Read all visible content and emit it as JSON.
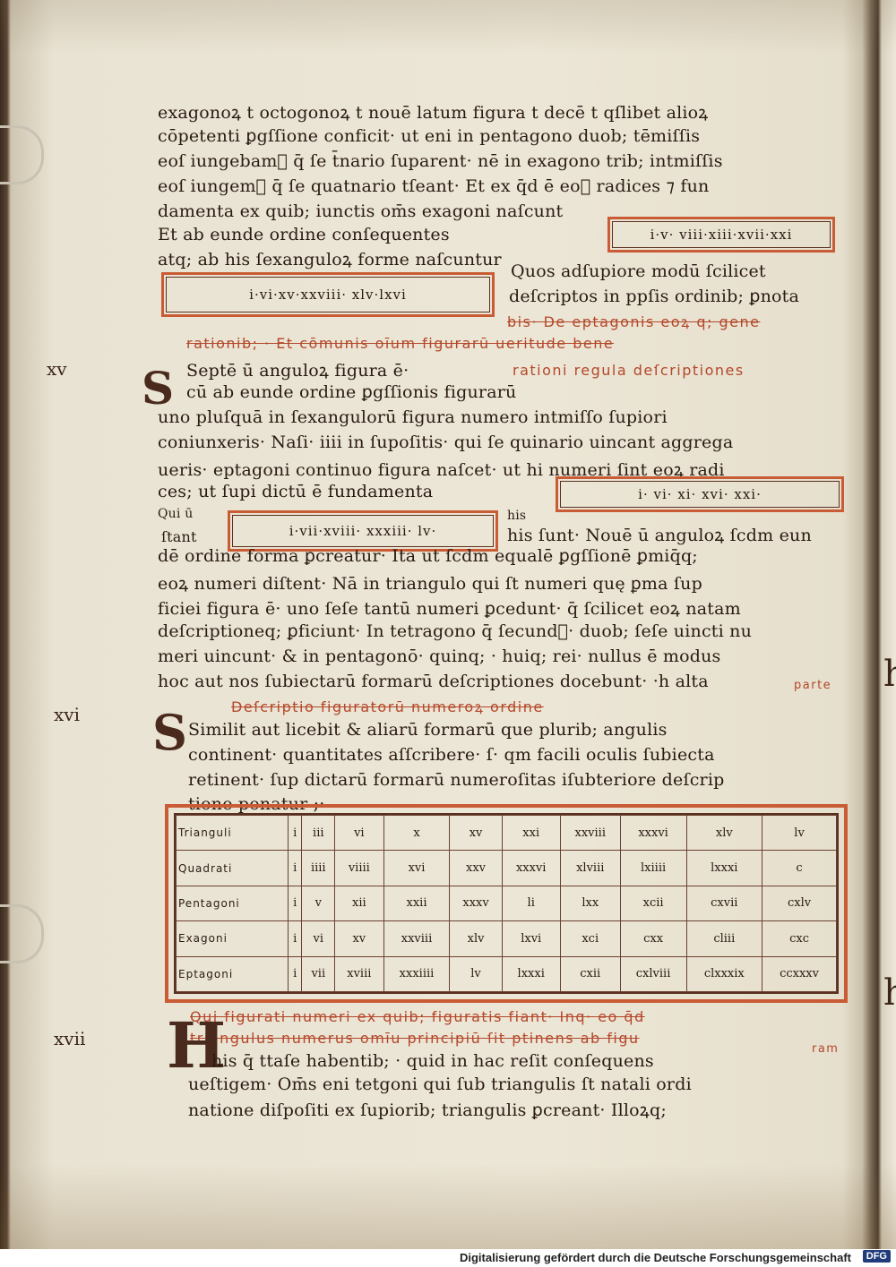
{
  "page": {
    "background": "#ece6d6",
    "ink": "#2a1a12",
    "rubric": "#b4472a"
  },
  "text_lines": [
    "exagonoꝝ t octogonoꝝ t nouē latum figura t decē t qſlibet alioꝝ",
    "cōpetenti ꝑgſſione conficit· ut eni in pentagono duob; tēmiſſis",
    "eoſ iungebam᷑ q̄ ſe t̄nario ſuparent· nē in exagono trib; intmiſſis",
    "eoſ iungem᷑ q̄ ſe quatnario tſeant· Et ex q̄d ē eoꝝ radices ⁊ fun",
    "damenta ex quib; iunctis om̄s exagoni naſcunt",
    "Et ab eunde ordine conſequentes",
    "atq; ab his ſexanguloꝝ forme naſcuntur",
    "Quos adſupiore modū ſcilicet",
    "deſcriptos in ppſis ordinib; ꝑnota",
    "bis· De eptagonis eoꝝ q; gene",
    "rationib; · Et cōmunis oīum figurarū ueritude bene",
    "Septē ū anguloꝝ figura ē·",
    "rationi regula deſcriptiones",
    "cū ab eunde ordine ꝑgſſionis figurarū",
    "uno pluſquā in ſexangulorū figura numero intmiſſo ſupiori",
    "coniunxeris· Naſi· iiii in ſupoſitis· qui ſe quinario uincant aggrega",
    "ueris· eptagoni continuo figura naſcet· ut hi numeri ſint eoꝝ radi",
    "ces; ut ſupi dictū ē fundamenta",
    "Qui ū",
    "ſtant",
    "his",
    "his ſunt· Nouē ū anguloꝝ ſcdm eun",
    "dē ordine forma ꝑcreatur· Ita ut ſcdm equalē ꝑgſſionē ꝑmiq̄q;",
    "eoꝝ numeri diſtent· Nā in triangulo qui ſt numeri quę ꝑma ſup",
    "ficiei figura ē· uno ſeſe tantū numeri ꝑcedunt· q̄ ſcilicet eoꝝ natam",
    "deſcriptioneq; ꝑficiunt· In tetragono q̄ ſecund᷑· duob; ſeſe uincti nu",
    "meri uincunt· & in pentagonō· quinq; · huiq; rei· nullus ē modus",
    "hoc aut nos ſubiectarū formarū deſcriptiones docebunt· ·h alta",
    "parte",
    "Deſcriptio figuratorū numeroꝝ ordine",
    "Similit aut licebit & aliarū formarū que plurib; angulis",
    "continent· quantitates aſſcribere· ſ· qm facili oculis ſubiecta",
    "retinent· ſup dictarū formarū numeroſitas iſubteriore deſcrip",
    "tione ponatur ;·",
    "Qui figurati numeri ex quib; figuratis fiant· Inq· eo q̄d",
    "triangulus numerus omīu principiū ſit ptinens ab figu",
    "ram",
    "his q̄ ttaſe habentib; · quid in hac reſit conſequens",
    "ueſtigem· Om̄s eni tetgoni qui ſub triangulis ſt natali ordi",
    "natione diſpoſiti ex ſupiorib; triangulis ꝑcreant· Illoꝝq;"
  ],
  "boxes": [
    "i·v· viii·xiii·xvii·xxi",
    "i·vi·xv·xxviii· xlv·lxvi",
    "i· vi· xi· xvi· xxi·",
    "i·vii·xviii· xxxiii· lv·"
  ],
  "margin_numbers": [
    "xv",
    "xvi",
    "xvii"
  ],
  "table": {
    "rows": [
      {
        "label": "Trianguli",
        "values": [
          "i",
          "iii",
          "vi",
          "x",
          "xv",
          "xxi",
          "xxviii",
          "xxxvi",
          "xlv",
          "lv"
        ]
      },
      {
        "label": "Quadrati",
        "values": [
          "i",
          "iiii",
          "viiii",
          "xvi",
          "xxv",
          "xxxvi",
          "xlviii",
          "lxiiii",
          "lxxxi",
          "c"
        ]
      },
      {
        "label": "Pentagoni",
        "values": [
          "i",
          "v",
          "xii",
          "xxii",
          "xxxv",
          "li",
          "lxx",
          "xcii",
          "cxvii",
          "cxlv"
        ]
      },
      {
        "label": "Exagoni",
        "values": [
          "i",
          "vi",
          "xv",
          "xxviii",
          "xlv",
          "lxvi",
          "xci",
          "cxx",
          "cliii",
          "cxc"
        ]
      },
      {
        "label": "Eptagoni",
        "values": [
          "i",
          "vii",
          "xviii",
          "xxxiiii",
          "lv",
          "lxxxi",
          "cxii",
          "cxlviii",
          "clxxxix",
          "ccxxxv"
        ]
      }
    ]
  },
  "initials": [
    "S",
    "S",
    "H"
  ],
  "footer": {
    "text": "Digitalisierung gefördert durch die Deutsche Forschungsgemeinschaft",
    "logo": "DFG"
  }
}
